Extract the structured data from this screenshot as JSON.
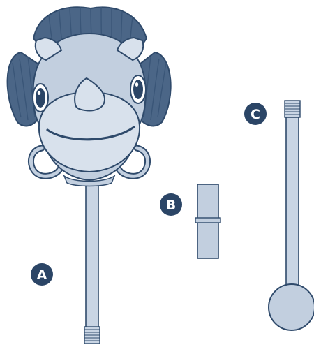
{
  "parts": [
    {
      "id": "head-with-lower-pole",
      "label": "A"
    },
    {
      "id": "connector-coupling",
      "label": "B"
    },
    {
      "id": "pole-with-wheel",
      "label": "C"
    }
  ],
  "colors": {
    "outline": "#2f4a6b",
    "fill_light": "#c2cfdf",
    "fill_pale": "#d8e1ec",
    "mane": "#4b6687",
    "badge": "#2b4566",
    "badge_text": "#ffffff"
  },
  "icons": {
    "head": "dinosaur-head-icon",
    "pole": "pole-icon",
    "wheel": "wheel-icon",
    "connector": "connector-icon"
  }
}
